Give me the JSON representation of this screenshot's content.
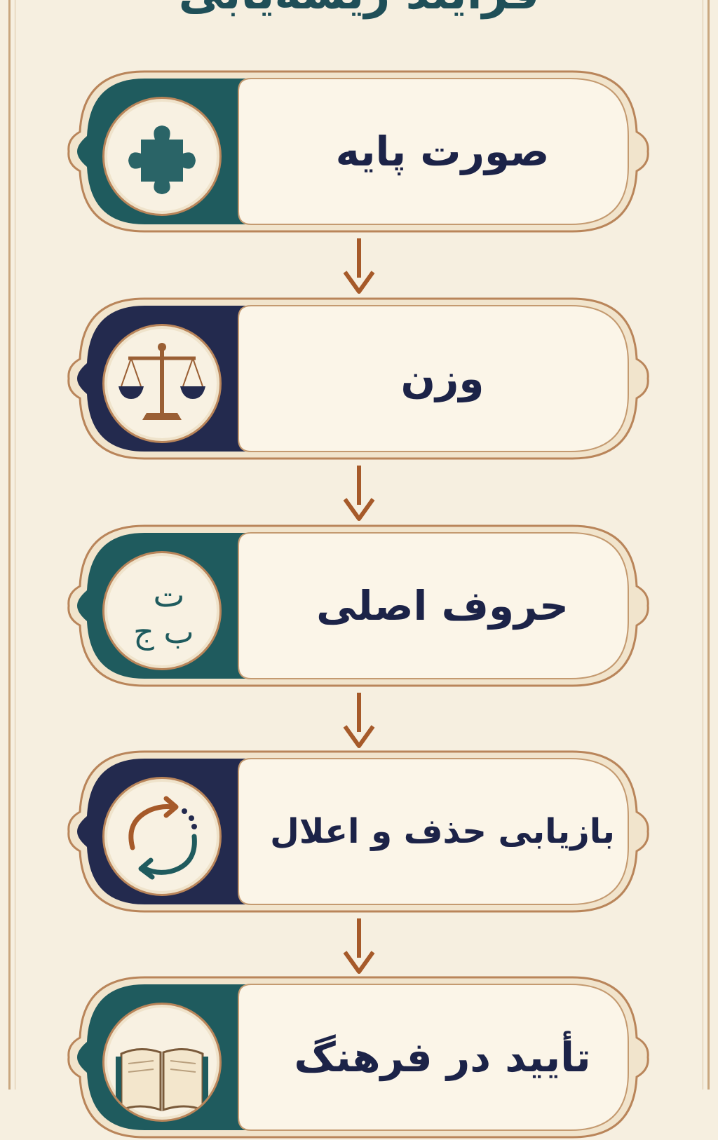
{
  "title": "فرآیند ریشه‌یابی",
  "steps": [
    {
      "label": "صورت پایه",
      "icon": "puzzle-icon",
      "accent": "#1f5b5e"
    },
    {
      "label": "وزن",
      "icon": "scales-icon",
      "accent": "#232a4e"
    },
    {
      "label": "حروف اصلی",
      "icon": "letters-icon",
      "accent": "#1f5b5e",
      "icon_letters": [
        "ت",
        "ب",
        "ج"
      ]
    },
    {
      "label": "بازیابی حذف و اعلال",
      "icon": "cycle-icon",
      "accent": "#232a4e"
    },
    {
      "label": "تأیید در فرهنگ",
      "icon": "book-icon",
      "accent": "#1f5b5e"
    }
  ],
  "colors": {
    "background": "#f6efe0",
    "border": "#b9855a",
    "text": "#1c2348",
    "arrow": "#a65a2a"
  }
}
